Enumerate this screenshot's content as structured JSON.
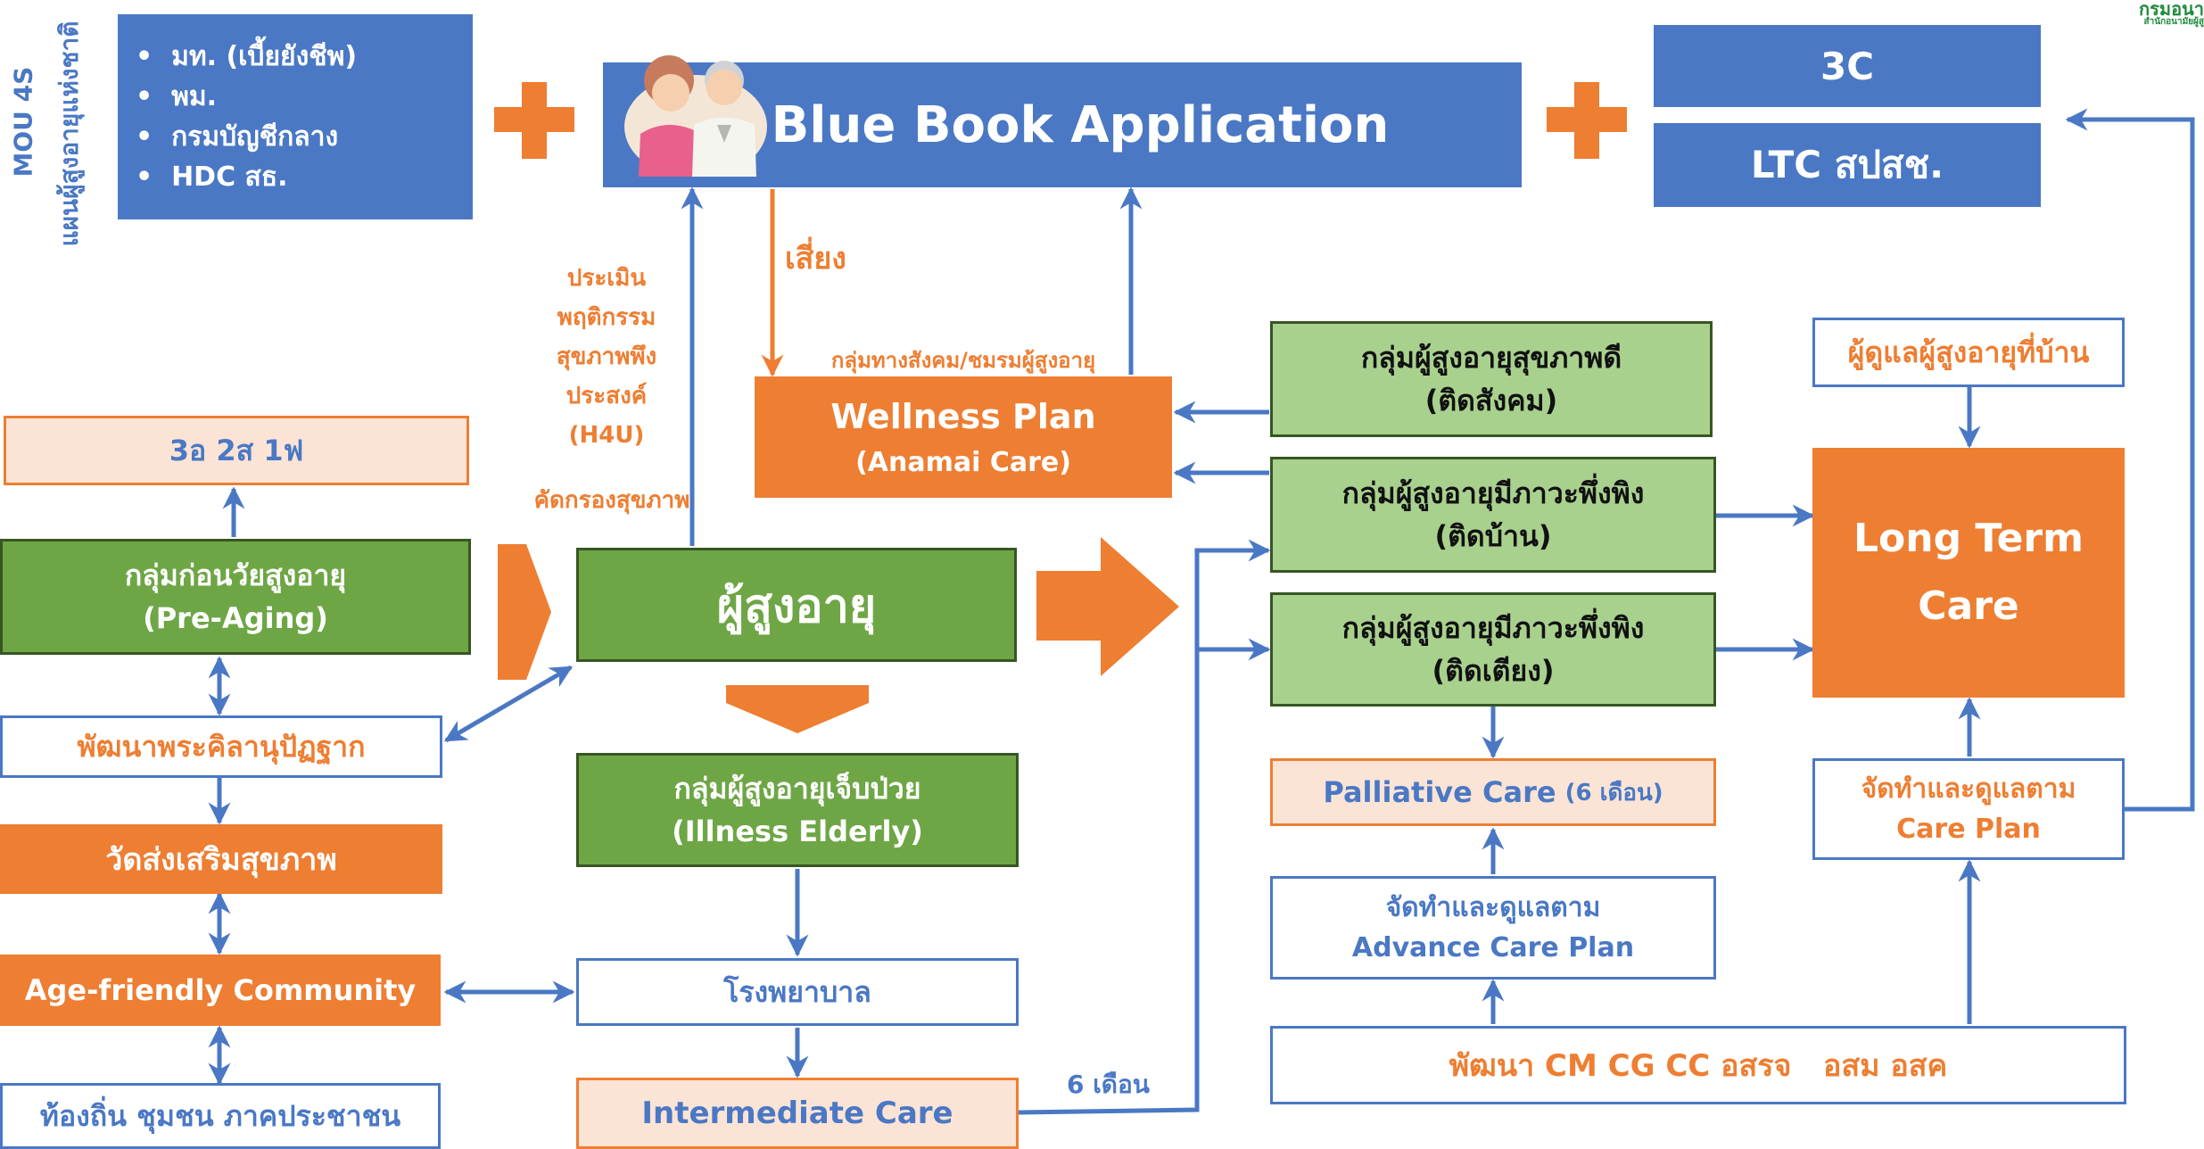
{
  "mou": {
    "title": "MOU 4S",
    "subtitle": "แผนผู้สูงอายุแห่งชาติ",
    "items": [
      "มท. (เบี้ยยังชีพ)",
      "พม.",
      "กรมบัญชีกลาง",
      "HDC สธ."
    ]
  },
  "app": {
    "title": "Blue Book Application"
  },
  "right_top": {
    "c3": "3C",
    "ltc": "LTC สปสช."
  },
  "logo": {
    "text1": "กรมอนา",
    "text2": "สำนักอนามัยผู้สู"
  },
  "labels": {
    "risk": "เสี่ยง",
    "assess": [
      "ประเมิน",
      "พฤติกรรม",
      "สุขภาพพึง",
      "ประสงค์",
      "(H4U)"
    ],
    "screen": "คัดกรองสุขภาพ",
    "social": "กลุ่มทางสังคม/ชมรมผู้สูงอายุ",
    "six_months": "6 เดือน"
  },
  "left": {
    "threeo": "3อ 2ส 1ฟ",
    "preaging": {
      "line1": "กลุ่มก่อนวัยสูงอายุ",
      "line2": "(Pre-Aging)"
    },
    "temple_dev": "พัฒนาพระคิลานุปัฏฐาก",
    "temple": "วัดส่งเสริมสุขภาพ",
    "community": "Age-friendly Community",
    "local": "ท้องถิ่น ชุมชน ภาคประชาชน"
  },
  "center": {
    "elderly": "ผู้สูงอายุ",
    "wellness": {
      "line1": "Wellness Plan",
      "line2": "(Anamai Care)"
    },
    "illness": {
      "line1": "กลุ่มผู้สูงอายุเจ็บป่วย",
      "line2": "(Illness Elderly)"
    },
    "hospital": "โรงพยาบาล",
    "intermediate": "Intermediate Care"
  },
  "groups": {
    "healthy": {
      "line1": "กลุ่มผู้สูงอายุสุขภาพดี",
      "line2": "(ติดสังคม)"
    },
    "home": {
      "line1": "กลุ่มผู้สูงอายุมีภาวะพึ่งพิง",
      "line2": "(ติดบ้าน)"
    },
    "bed": {
      "line1": "กลุ่มผู้สูงอายุมีภาวะพึ่งพิง",
      "line2": "(ติดเตียง)"
    },
    "palliative": {
      "main": "Palliative Care",
      "sub": "(6 เดือน)"
    },
    "acp": {
      "line1": "จัดทำและดูแลตาม",
      "line2": "Advance Care Plan"
    },
    "develop": "พัฒนา CM CG CC อสรจ   อสม อสค"
  },
  "ltc": {
    "caregiver": "ผู้ดูแลผู้สูงอายุที่บ้าน",
    "title": {
      "line1": "Long Term",
      "line2": "Care"
    },
    "careplan": {
      "line1": "จัดทำและดูแลตาม",
      "line2": "Care Plan"
    }
  },
  "colors": {
    "blue": "#4a78c4",
    "orange": "#ee7e32",
    "green": "#6ea646",
    "light_green": "#a9d18e",
    "peach": "#fbe4d5"
  },
  "icons": {
    "elderly_couple": "elderly-couple-illustration",
    "plus": "plus-icon"
  }
}
